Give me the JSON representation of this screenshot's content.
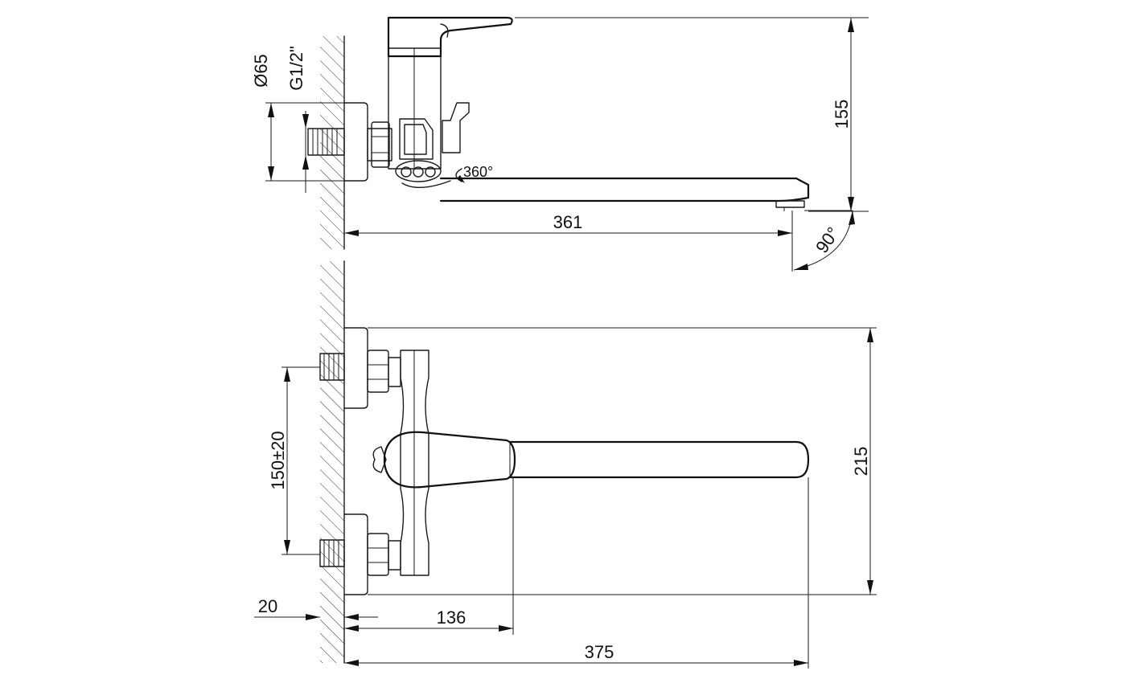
{
  "drawing": {
    "side_view": {
      "flange_diameter": "Ø65",
      "thread_size": "G1/2\"",
      "height_label": "155",
      "reach_label": "361",
      "swivel_angle_label": "360°",
      "outlet_angle_label": "90°"
    },
    "front_view": {
      "center_distance_label": "150±20",
      "height_label": "215",
      "wall_gap_label": "20",
      "body_depth_label": "136",
      "total_reach_label": "375"
    }
  }
}
